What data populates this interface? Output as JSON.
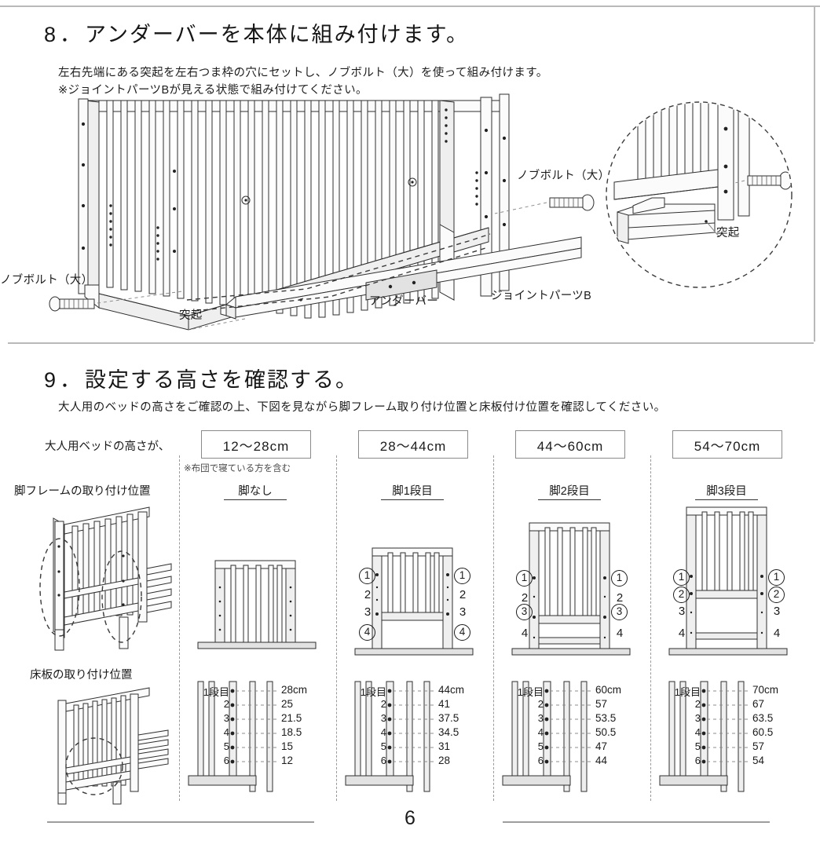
{
  "page": {
    "number": "6"
  },
  "section8": {
    "number": "8．",
    "title": "アンダーバーを本体に組み付けます。",
    "body": "左右先端にある突起を左右つま枠の穴にセットし、ノブボルト（大）を使って組み付けます。\n※ジョイントパーツBが見える状態で組み付けてください。",
    "labels": {
      "knob_bolt_right": "ノブボルト（大）",
      "knob_bolt_left": "ノブボルト（大）",
      "tab_detail": "突起",
      "tab_main": "突起",
      "under_bar": "アンダーバー",
      "joint_part_b": "ジョイントパーツB"
    }
  },
  "section9": {
    "number": "9．",
    "title": "設定する高さを確認する。",
    "body": "大人用のベッドの高さをご確認の上、下図を見ながら脚フレーム取り付け位置と床板付け位置を確認してください。",
    "row_label_height": "大人用ベッドの高さが、",
    "row_label_legframe": "脚フレームの取り付け位置",
    "row_label_floorboard": "床板の取り付け位置",
    "footnote": "※布団で寝ている方を含む",
    "columns": [
      {
        "height_range": "12〜28cm",
        "leg_setting": "脚なし",
        "markers": [],
        "tiers": [
          {
            "label": "1段目",
            "value": "28cm"
          },
          {
            "label": "2",
            "value": "25"
          },
          {
            "label": "3",
            "value": "21.5"
          },
          {
            "label": "4",
            "value": "18.5"
          },
          {
            "label": "5",
            "value": "15"
          },
          {
            "label": "6",
            "value": "12"
          }
        ]
      },
      {
        "height_range": "28〜44cm",
        "leg_setting": "脚1段目",
        "markers": [
          {
            "text": "1",
            "circled": true
          },
          {
            "text": "2",
            "circled": false
          },
          {
            "text": "3",
            "circled": false
          },
          {
            "text": "4",
            "circled": true
          }
        ],
        "tiers": [
          {
            "label": "1段目",
            "value": "44cm"
          },
          {
            "label": "2",
            "value": "41"
          },
          {
            "label": "3",
            "value": "37.5"
          },
          {
            "label": "4",
            "value": "34.5"
          },
          {
            "label": "5",
            "value": "31"
          },
          {
            "label": "6",
            "value": "28"
          }
        ]
      },
      {
        "height_range": "44〜60cm",
        "leg_setting": "脚2段目",
        "markers": [
          {
            "text": "1",
            "circled": true
          },
          {
            "text": "2",
            "circled": false
          },
          {
            "text": "3",
            "circled": true
          },
          {
            "text": "4",
            "circled": false
          }
        ],
        "tiers": [
          {
            "label": "1段目",
            "value": "60cm"
          },
          {
            "label": "2",
            "value": "57"
          },
          {
            "label": "3",
            "value": "53.5"
          },
          {
            "label": "4",
            "value": "50.5"
          },
          {
            "label": "5",
            "value": "47"
          },
          {
            "label": "6",
            "value": "44"
          }
        ]
      },
      {
        "height_range": "54〜70cm",
        "leg_setting": "脚3段目",
        "markers": [
          {
            "text": "1",
            "circled": true
          },
          {
            "text": "2",
            "circled": true
          },
          {
            "text": "3",
            "circled": false
          },
          {
            "text": "4",
            "circled": false
          }
        ],
        "tiers": [
          {
            "label": "1段目",
            "value": "70cm"
          },
          {
            "label": "2",
            "value": "67"
          },
          {
            "label": "3",
            "value": "63.5"
          },
          {
            "label": "4",
            "value": "60.5"
          },
          {
            "label": "5",
            "value": "57"
          },
          {
            "label": "6",
            "value": "54"
          }
        ]
      }
    ]
  }
}
